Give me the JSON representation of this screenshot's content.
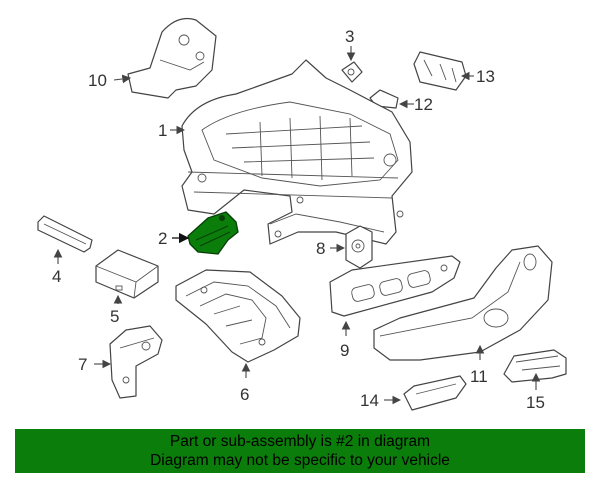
{
  "callouts": {
    "c1": "1",
    "c2": "2",
    "c3": "3",
    "c4": "4",
    "c5": "5",
    "c6": "6",
    "c7": "7",
    "c8": "8",
    "c9": "9",
    "c10": "10",
    "c11": "11",
    "c12": "12",
    "c13": "13",
    "c14": "14",
    "c15": "15"
  },
  "highlighted_part": "2",
  "banner": {
    "line1": "Part or sub-assembly is #2 in diagram",
    "line2": "Diagram may not be specific to your vehicle"
  },
  "colors": {
    "highlight": "#0b7d0b",
    "line": "#444444",
    "banner_background": "#0b7d0b"
  }
}
